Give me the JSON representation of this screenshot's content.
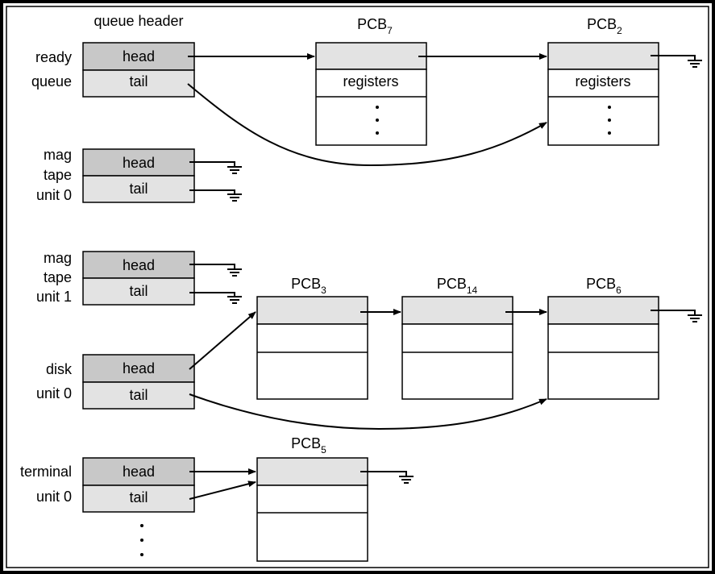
{
  "header": {
    "title": "queue header"
  },
  "queues": {
    "ready": {
      "label_lines": [
        "ready",
        "queue"
      ],
      "head": "head",
      "tail": "tail"
    },
    "mag0": {
      "label_lines": [
        "mag",
        "tape",
        "unit 0"
      ],
      "head": "head",
      "tail": "tail"
    },
    "mag1": {
      "label_lines": [
        "mag",
        "tape",
        "unit 1"
      ],
      "head": "head",
      "tail": "tail"
    },
    "disk": {
      "label_lines": [
        "disk",
        "unit 0"
      ],
      "head": "head",
      "tail": "tail"
    },
    "term": {
      "label_lines": [
        "terminal",
        "unit 0"
      ],
      "head": "head",
      "tail": "tail"
    }
  },
  "pcbs": {
    "pcb7": {
      "base": "PCB",
      "sub": "7",
      "field": "registers"
    },
    "pcb2": {
      "base": "PCB",
      "sub": "2",
      "field": "registers"
    },
    "pcb3": {
      "base": "PCB",
      "sub": "3"
    },
    "pcb14": {
      "base": "PCB",
      "sub": "14"
    },
    "pcb6": {
      "base": "PCB",
      "sub": "6"
    },
    "pcb5": {
      "base": "PCB",
      "sub": "5"
    }
  },
  "colors": {
    "cell_dark": "#c8c8c8",
    "cell_light": "#e3e3e3",
    "stroke": "#000000"
  }
}
